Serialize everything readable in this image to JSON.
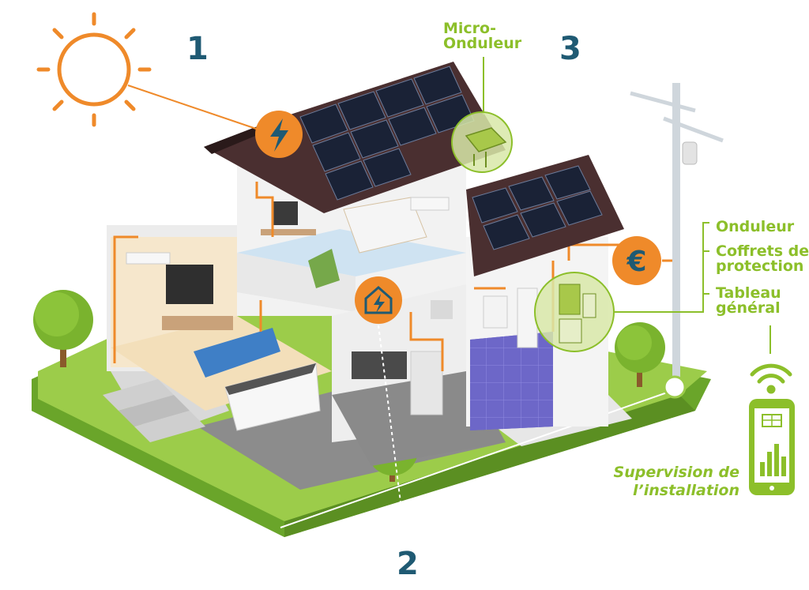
{
  "steps": {
    "step1": "1",
    "step2": "2",
    "step3": "3"
  },
  "labels": {
    "micro_line1": "Micro-",
    "micro_line2": "Onduleur",
    "onduleur": "Onduleur",
    "coffrets_line1": "Coffrets de",
    "coffrets_line2": "protection",
    "tableau_line1": "Tableau",
    "tableau_line2": "général",
    "supervision_line1": "Supervision de",
    "supervision_line2": "l’installation"
  },
  "icons": {
    "sun": "sun-icon",
    "lightning": "lightning-badge-icon",
    "micro_inverter": "micro-inverter-icon",
    "euro": "euro-icon",
    "home_energy": "home-energy-icon",
    "wifi": "wifi-icon",
    "phone": "smartphone-icon"
  },
  "colors": {
    "orange": "#ef8a2a",
    "green": "#8cbf2a",
    "navy": "#1f5a73",
    "roof": "#4a2f30",
    "panel": "#1a2236",
    "grass": "#8dc63f"
  }
}
